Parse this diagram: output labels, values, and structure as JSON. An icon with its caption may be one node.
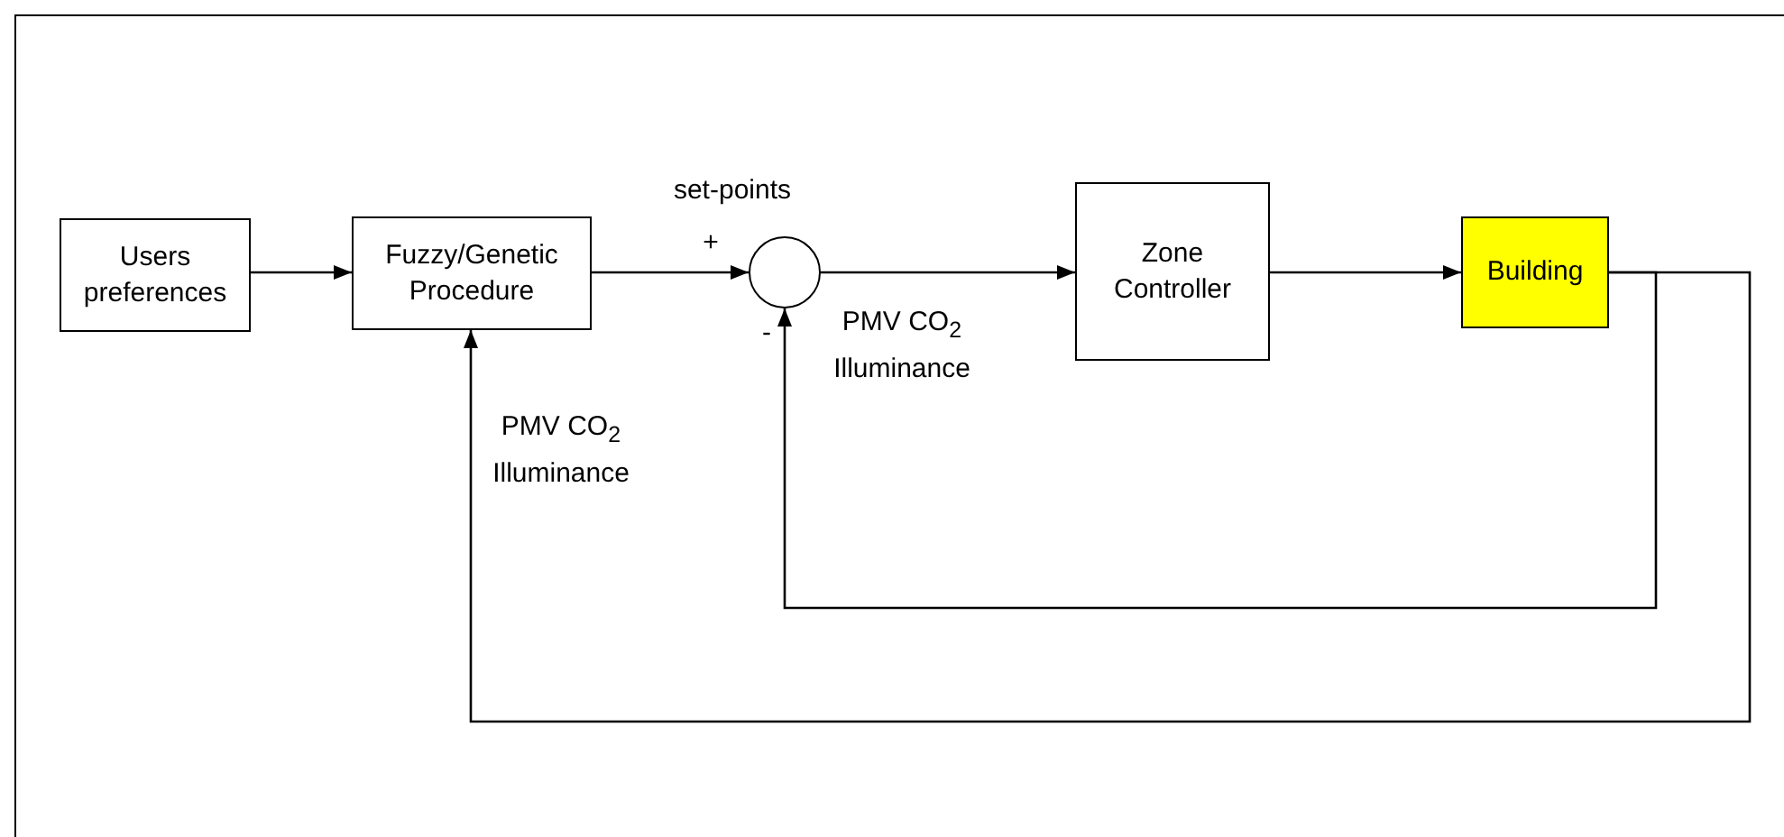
{
  "diagram": {
    "nodes": [
      {
        "text": [
          "Users preferences"
        ]
      },
      {
        "text": [
          "Fuzzy/Genetic Procedure"
        ]
      },
      {
        "text": [],
        "shape": "circle"
      },
      {
        "text": [
          "Zone Controller"
        ]
      },
      {
        "text": [
          "Building"
        ]
      }
    ],
    "edges": [
      {
        "from": 0,
        "to": 1,
        "arrow": "to"
      },
      {
        "from": 1,
        "to": 2,
        "arrow": "to"
      },
      {
        "from": 2,
        "to": 3,
        "arrow": "to"
      },
      {
        "from": 3,
        "to": 4,
        "arrow": "to"
      },
      {
        "from": 4,
        "to": 2,
        "arrow": "to"
      },
      {
        "from": 4,
        "to": 1,
        "arrow": "to"
      }
    ],
    "labels": [
      "set-points",
      "+",
      "-",
      "PMV CO$_{2}$ Illuminance",
      "PMV CO$_{2}$ Illuminance"
    ]
  }
}
